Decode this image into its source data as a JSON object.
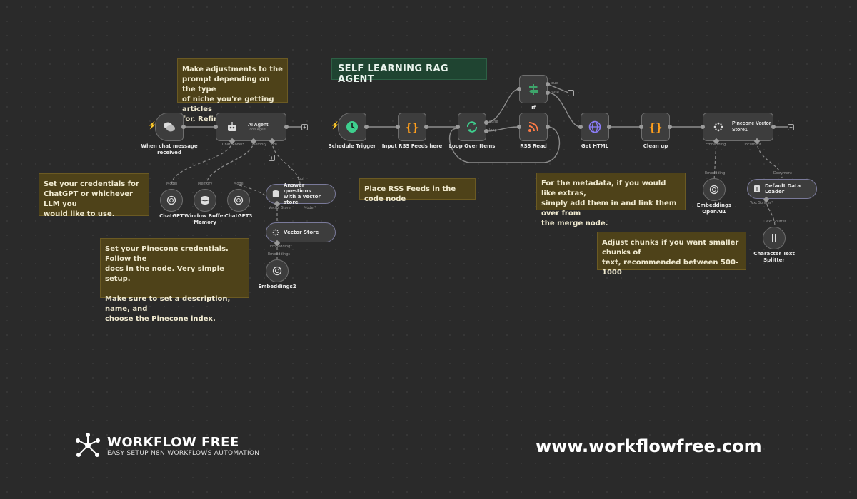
{
  "canvas": {
    "title": "SELF LEARNING RAG AGENT"
  },
  "stickies": {
    "prompt_note": "Make adjustments to the\nprompt depending on the type\nof niche you're getting articles\nfor. Refine if needed.",
    "credentials_note": "Set your credentials for\nChatGPT or whichever LLM you\nwould like to use.",
    "pinecone_note": "Set your Pinecone credentials. Follow the\ndocs in the node. Very simple setup.\n\nMake sure to set a description, name, and\nchoose the Pinecone index.",
    "rss_note": "Place RSS Feeds in the code node",
    "metadata_note": "For the metadata, if you would like extras,\nsimply add them in and link them over from\nthe merge node.",
    "chunks_note": "Adjust chunks if you want smaller chunks of\ntext, recommended between 500-1000"
  },
  "nodes": {
    "chat_trigger": "When chat message\nreceived",
    "ai_agent": "AI Agent",
    "ai_agent_sub": "Tools Agent",
    "chat_model_port": "Chat Model*",
    "memory_port": "Memory",
    "tool_port": "Tool",
    "chatgpt": "ChatGPT",
    "chatgpt_model_label": "Model",
    "window_buffer": "Window Buffer\nMemory",
    "window_buffer_label": "Memory",
    "chatgpt3": "ChatGPT3",
    "chatgpt3_model_label": "Model",
    "answer_tool": "Answer questions\nwith a vector store",
    "answer_tool_label": "Tool",
    "vector_store_port": "Vector Store",
    "model_port": "Model*",
    "vector_store": "Vector Store",
    "embedding_port": "Embedding*",
    "embeddings_label": "Embeddings",
    "embeddings2": "Embeddings2",
    "schedule_trigger": "Schedule Trigger",
    "input_rss": "Input RSS Feeds here",
    "loop": "Loop Over Items",
    "done_port": "done",
    "loop_port": "loop",
    "if_node": "If",
    "true_port": "true",
    "false_port": "false",
    "rss_read": "RSS Read",
    "get_html": "Get HTML",
    "clean_up": "Clean up",
    "pinecone": "Pinecone Vector\nStore1",
    "embedding_port2": "Embedding",
    "document_port": "Document",
    "embeddings_openai_label": "Embedding",
    "embeddings_openai": "Embeddings\nOpenAI1",
    "default_loader_label": "Document",
    "default_loader": "Default Data\nLoader",
    "text_splitter_port": "Text Splitter*",
    "text_splitter_label": "Text Splitter",
    "text_splitter": "Character Text\nSplitter"
  },
  "branding": {
    "name": "WORKFLOW FREE",
    "tagline": "EASY SETUP N8N WORKFLOWS AUTOMATION",
    "url": "www.workflowfree.com"
  },
  "colors": {
    "background": "#2a2a2a",
    "sticky_yellow": "#4e4219",
    "sticky_green": "#1f4431",
    "trigger_bolt": "#ff6d3a",
    "code_orange": "#ff9f1c",
    "loop_green": "#3ecf8e",
    "rss_orange": "#ff7a45",
    "http_purple": "#8b7cf6",
    "if_green": "#3ea56b"
  }
}
